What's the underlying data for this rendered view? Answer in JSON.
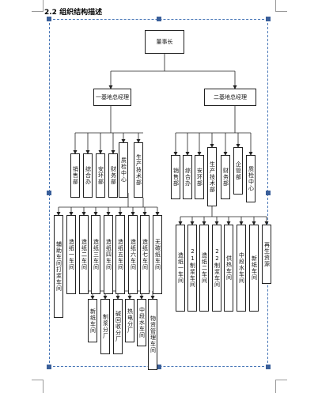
{
  "heading": "2.2 组织结构描述",
  "chart": {
    "root": "董事长",
    "plant1": {
      "label": "一基地总经理",
      "depts": [
        "销售部",
        "综合办",
        "安环部",
        "财务部",
        "质检中心",
        "生产技术部"
      ],
      "workshops": [
        "辅助车间打浆车间",
        "造纸一车间",
        "造纸二车间",
        "造纸三车间",
        "造纸四车间",
        "造纸五车间",
        "造纸六车间",
        "造纸七车间",
        "无碳纸车间"
      ],
      "sub_units": [
        "新纸车间",
        "制浆分厂",
        "碱回收分厂",
        "热电分厂",
        "中段水车间",
        "物资管理车间"
      ]
    },
    "plant2": {
      "label": "二基地总经理",
      "depts": [
        "销售部",
        "综合办",
        "安环部",
        "生产技术部",
        "财务部",
        "企管部",
        "质检中心"
      ],
      "workshops": [
        "造纸一车间",
        "21制浆车间",
        "造纸二车间",
        "22制浆车间",
        "供热车间",
        "中段水车间",
        "新纸车间",
        "再生资源"
      ]
    }
  }
}
